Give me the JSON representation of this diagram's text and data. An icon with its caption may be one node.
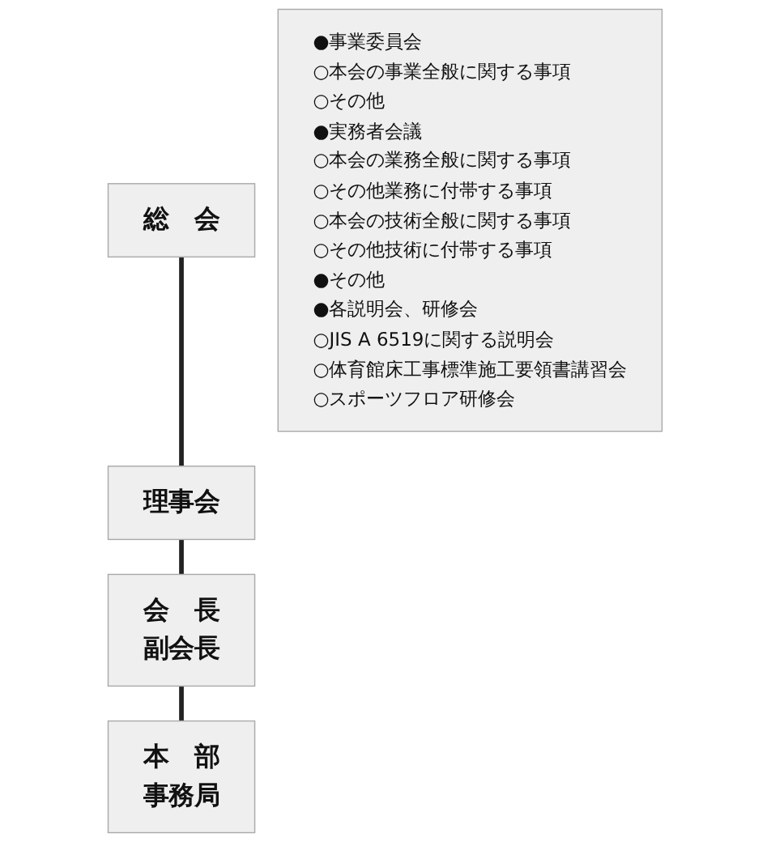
{
  "diagram": {
    "nodes": [
      {
        "text": [
          "総　会"
        ]
      },
      {
        "text": [
          "理事会"
        ]
      },
      {
        "text": [
          "会　長",
          "副会長"
        ]
      },
      {
        "text": [
          "本　部",
          "事務局"
        ]
      },
      {
        "text": [
          "●事業委員会",
          "○本会の事業全般に関する事項",
          "○その他",
          "●実務者会議",
          "○本会の業務全般に関する事項",
          "○その他業務に付帯する事項",
          "○本会の技術全般に関する事項",
          "○その他技術に付帯する事項",
          "●その他",
          "●各説明会、研修会",
          "○JIS A 6519に関する説明会",
          "○体育館床工事標準施工要領書講習会",
          "○スポーツフロア研修会"
        ]
      }
    ],
    "edges": [
      {
        "from": 0,
        "to": 1,
        "arrow": "none"
      },
      {
        "from": 1,
        "to": 2,
        "arrow": "none"
      },
      {
        "from": 2,
        "to": 3,
        "arrow": "none"
      }
    ]
  }
}
